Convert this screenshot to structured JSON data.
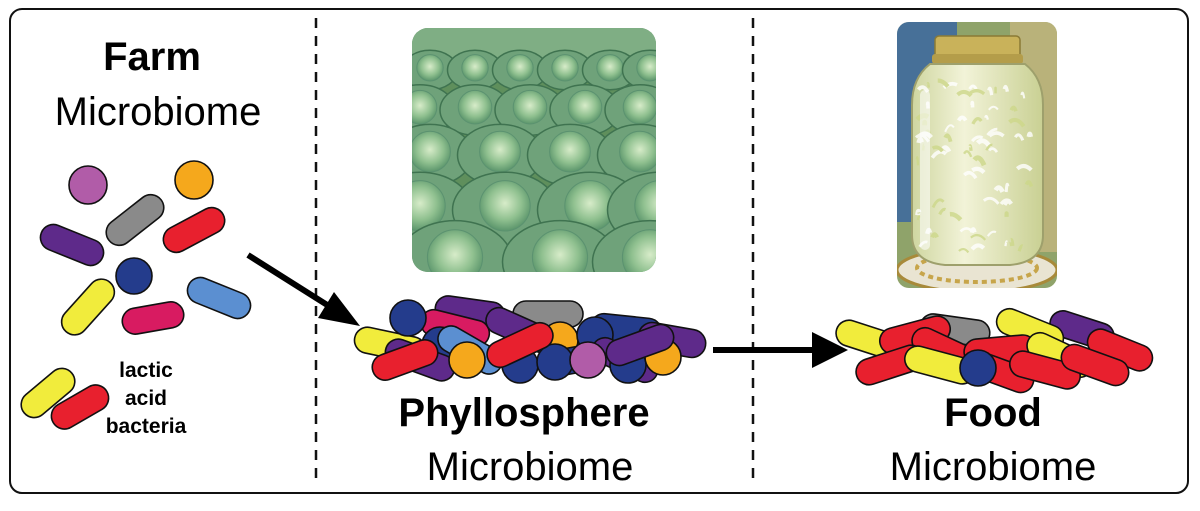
{
  "panels": {
    "farm": {
      "title_bold": "Farm",
      "title_regular": "Microbiome"
    },
    "phyllosphere": {
      "title_bold": "Phyllosphere",
      "title_regular": "Microbiome"
    },
    "food": {
      "title_bold": "Food",
      "title_regular": "Microbiome"
    }
  },
  "lab_label": {
    "line1": "lactic",
    "line2": "acid",
    "line3": "bacteria"
  },
  "colors": {
    "purple": "#5e2a8a",
    "magenta": "#b15ca8",
    "orange": "#f5a81c",
    "gray": "#8a8a8a",
    "red": "#e8202e",
    "navy": "#243c8c",
    "yellow": "#f1ec3c",
    "blue": "#5b8fd1",
    "pink": "#d81b61",
    "cabbage_green": "#6fa27a",
    "jar_yellow": "#e3e6b4"
  },
  "icons": {
    "cabbage_photo": "cabbage-field-image",
    "jar_photo": "sauerkraut-jar-image"
  }
}
